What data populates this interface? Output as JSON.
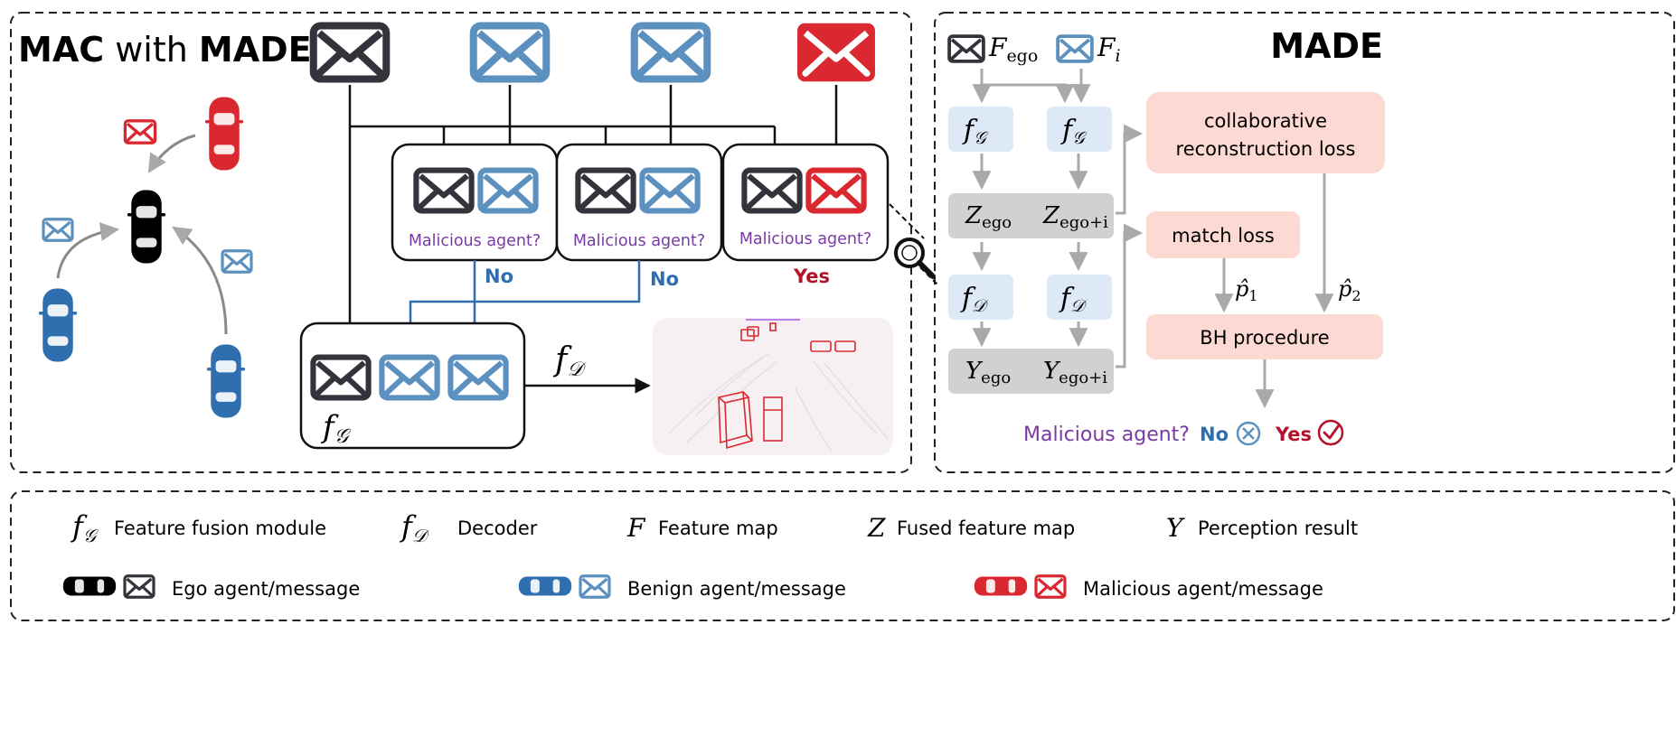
{
  "colors": {
    "ego": "#33333b",
    "benign": "#5b90bf",
    "malicious": "#d9282f",
    "purple": "#7a3aa3",
    "no_blue": "#2f6fb0",
    "yes_red": "#b3122b",
    "module_blue": "#dde9f6",
    "gray_box": "#d1d1d1",
    "pink_box": "#fcd9d2",
    "arrow_gray": "#a9a9a9"
  },
  "left_panel": {
    "title_bold_1": "MAC",
    "title_mid": " with ",
    "title_bold_2": "MADE",
    "group1_question": "Malicious agent?",
    "group2_question": "Malicious agent?",
    "group3_question": "Malicious agent?",
    "no_label_1": "No",
    "no_label_2": "No",
    "yes_label": "Yes",
    "fusion_symbol": "f",
    "fusion_sub": "𝒢",
    "decoder_symbol": "f",
    "decoder_sub": "𝒟"
  },
  "right_panel": {
    "title": "MADE",
    "input_ego_sym": "F",
    "input_ego_sub": "ego",
    "input_i_sym": "F",
    "input_i_sub": "i",
    "fg_sym": "f",
    "fg_sub": "𝒢",
    "fd_sym": "f",
    "fd_sub": "𝒟",
    "z_ego_sym": "Z",
    "z_ego_sub": "ego",
    "z_egoi_sym": "Z",
    "z_egoi_sub": "ego+i",
    "y_ego_sym": "Y",
    "y_ego_sub": "ego",
    "y_egoi_sym": "Y",
    "y_egoi_sub": "ego+i",
    "collab_loss_line1": "collaborative",
    "collab_loss_line2": "reconstruction loss",
    "match_loss": "match loss",
    "bh_procedure": "BH procedure",
    "p1_sym": "p̂",
    "p1_sub": "1",
    "p2_sym": "p̂",
    "p2_sub": "2",
    "question": "Malicious agent?",
    "no": "No",
    "yes": "Yes"
  },
  "legend": {
    "fusion_sym": "f",
    "fusion_sub": "𝒢",
    "fusion_text": "Feature fusion module",
    "decoder_sym": "f",
    "decoder_sub": "𝒟",
    "decoder_text": "Decoder",
    "feature_sym": "F",
    "feature_text": "Feature map",
    "fused_sym": "Z",
    "fused_text": "Fused feature map",
    "result_sym": "Y",
    "result_text": "Perception result",
    "ego_text": "Ego agent/message",
    "benign_text": "Benign agent/message",
    "malicious_text": "Malicious agent/message"
  }
}
